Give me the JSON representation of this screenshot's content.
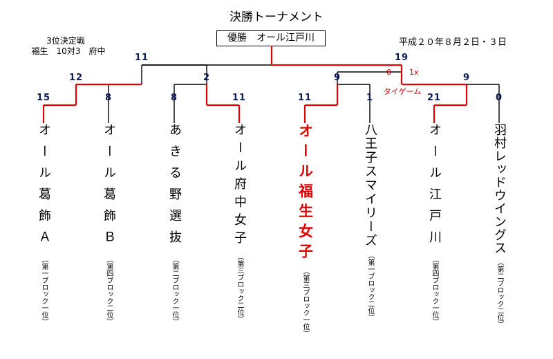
{
  "title": "決勝トーナメント",
  "winner_label": "優勝　オール江戸川",
  "date": "平成２０年８月２日・３日",
  "third_place": {
    "title": "3位決定戦",
    "result": "福生　10対3　府中"
  },
  "colors": {
    "winner_path": "#e00000",
    "line": "#000000",
    "score": "#0b1a57",
    "annotation": "#cc0000"
  },
  "teams": [
    {
      "name": "オール葛飾Ａ",
      "block": "（第一ブロック一位）",
      "score": "15"
    },
    {
      "name": "オール葛飾Ｂ",
      "block": "（第四ブロック二位）",
      "score": "8"
    },
    {
      "name": "あきる野選抜",
      "block": "（第二ブロック一位）",
      "score": "8"
    },
    {
      "name": "オール府中女子",
      "block": "（第三ブロック二位）",
      "score": "11"
    },
    {
      "name": "オール福生女子",
      "block": "（第三ブロック一位）",
      "score": "11"
    },
    {
      "name": "八王子スマイリーズ",
      "block": "（第一ブロック二位）",
      "score": "1"
    },
    {
      "name": "オール江戸川",
      "block": "（第四ブロック一位）",
      "score": "21"
    },
    {
      "name": "羽村レッドウイングス",
      "block": "（第二ブロック二位）",
      "score": "0"
    }
  ],
  "semifinal_scores": {
    "left_left": "12",
    "left_right": "2",
    "right_left": "9",
    "right_right": "9"
  },
  "final_scores": {
    "left": "11",
    "right": "19"
  },
  "tiebreak": {
    "left": "0",
    "right": "1x",
    "label": "タイゲーム"
  }
}
